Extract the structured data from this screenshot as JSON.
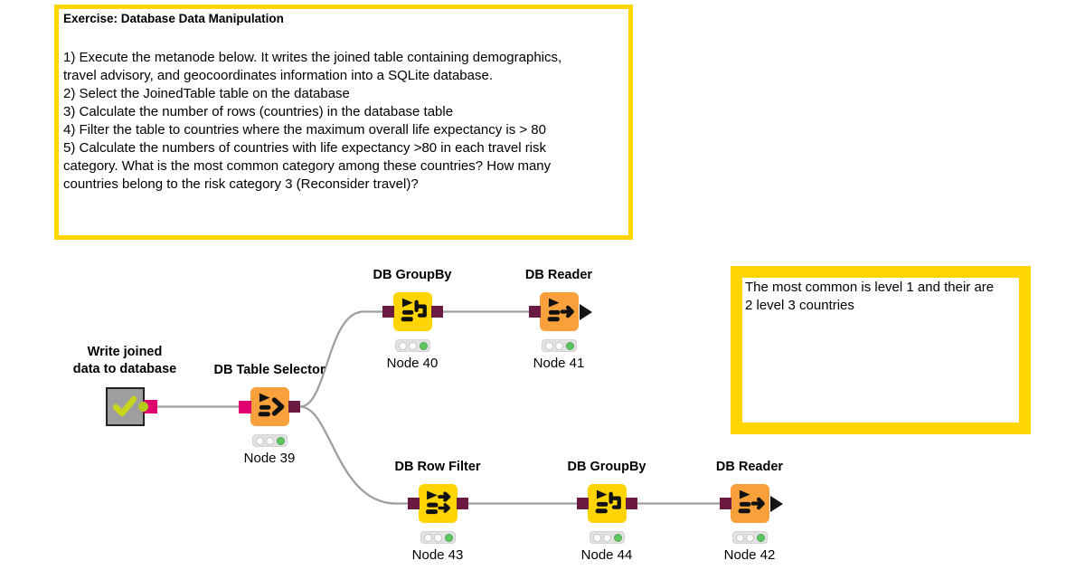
{
  "app": "KNIME workflow editor",
  "annotations": {
    "exercise": {
      "title": "Exercise: Database Data Manipulation",
      "body": "1) Execute the metanode below. It writes the joined table containing demographics,\ntravel advisory, and geocoordinates information into a SQLite database.\n2) Select the JoinedTable table on the database\n3) Calculate the number of rows (countries) in the database table\n4) Filter the table to countries where the maximum overall life expectancy is > 80\n5) Calculate the numbers of countries with life expectancy >80 in each travel risk\ncategory. What is the most common category among these countries? How many\ncountries belong to the risk category 3 (Reconsider travel)?",
      "border_color": "#FFD500"
    },
    "answer": {
      "body": "The most common is level 1 and their are\n2 level 3 countries",
      "border_color": "#FFD500"
    }
  },
  "nodes": [
    {
      "id": "metanode",
      "type": "metanode",
      "label": "Write joined\ndata to database",
      "status": "executed"
    },
    {
      "id": "node39",
      "type": "DB Table Selector",
      "name": "DB Table Selector",
      "number": "Node 39",
      "status": "executed"
    },
    {
      "id": "node40",
      "type": "DB GroupBy",
      "name": "DB GroupBy",
      "number": "Node 40",
      "status": "executed"
    },
    {
      "id": "node41",
      "type": "DB Reader",
      "name": "DB Reader",
      "number": "Node 41",
      "status": "executed"
    },
    {
      "id": "node43",
      "type": "DB Row Filter",
      "name": "DB Row Filter",
      "number": "Node 43",
      "status": "executed"
    },
    {
      "id": "node44",
      "type": "DB GroupBy",
      "name": "DB GroupBy",
      "number": "Node 44",
      "status": "executed"
    },
    {
      "id": "node42",
      "type": "DB Reader",
      "name": "DB Reader",
      "number": "Node 42",
      "status": "executed"
    }
  ],
  "connections": [
    {
      "from": "metanode",
      "to": "node39"
    },
    {
      "from": "node39",
      "to": "node40"
    },
    {
      "from": "node39",
      "to": "node43"
    },
    {
      "from": "node40",
      "to": "node41"
    },
    {
      "from": "node43",
      "to": "node44"
    },
    {
      "from": "node44",
      "to": "node42"
    }
  ],
  "colors": {
    "annotation_yellow": "#FFD500",
    "node_yellow": "#FFD400",
    "node_orange": "#F8A13C",
    "metanode_gray": "#9E9E9E",
    "check_green": "#C9D41C",
    "db_session_port_magenta": "#E00070",
    "db_data_port_maroon": "#6B1A41",
    "wire_gray": "#9F9F9F",
    "status_green": "#5DC460"
  }
}
